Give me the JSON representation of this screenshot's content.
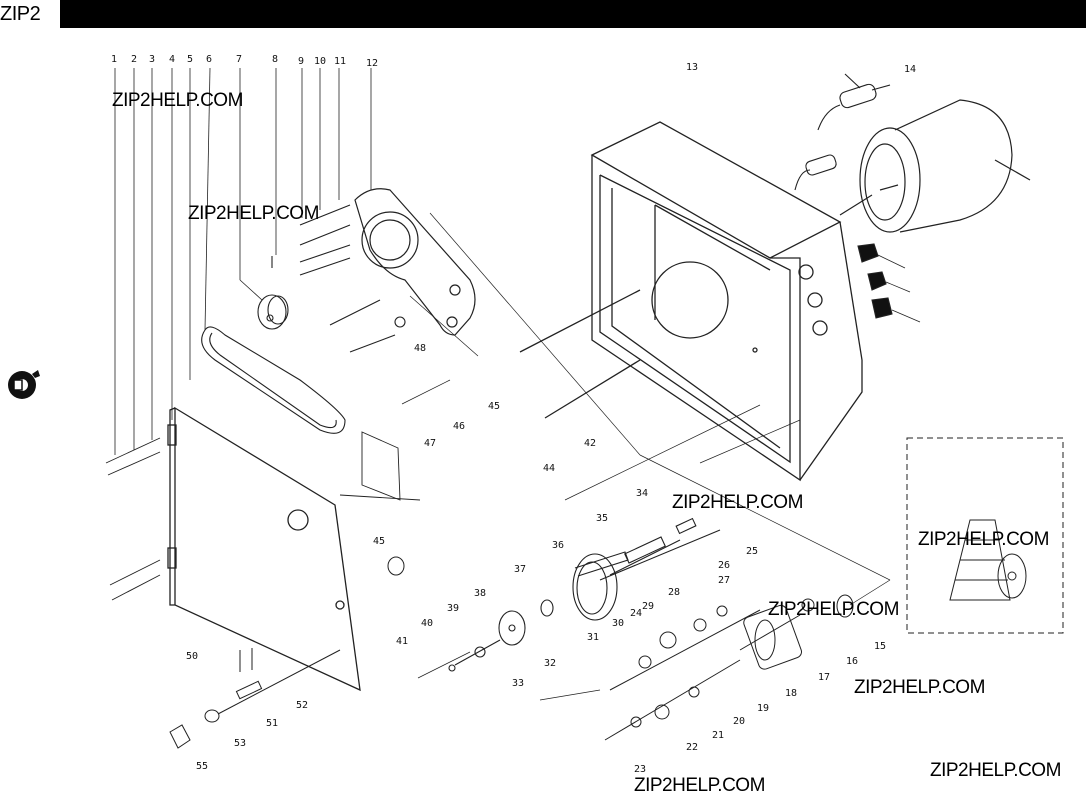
{
  "header": {
    "watermark": "ZIP2"
  },
  "watermarks": [
    "ZIP2HELP.COM",
    "ZIP2HELP.COM",
    "ZIP2HELP.COM",
    "ZIP2HELP.COM",
    "ZIP2HELP.COM",
    "ZIP2HELP.COM",
    "ZIP2HELP.COM",
    "ZIP2HELP.COM"
  ],
  "part_numbers": {
    "top_row": [
      "1",
      "2",
      "3",
      "4",
      "5",
      "6",
      "7",
      "8",
      "9",
      "10",
      "11",
      "12"
    ],
    "motor_housing": "13",
    "motor": "14",
    "labels": [
      "48",
      "45",
      "46",
      "47",
      "42",
      "44",
      "34",
      "35",
      "36",
      "37",
      "38",
      "39",
      "40",
      "41",
      "26",
      "25",
      "27",
      "28",
      "29",
      "24",
      "30",
      "31",
      "32",
      "33",
      "23",
      "22",
      "21",
      "20",
      "19",
      "18",
      "17",
      "16",
      "15",
      "45",
      "50",
      "51",
      "52",
      "53",
      "55"
    ]
  },
  "inset": {
    "shows": "cone-pulley-detail"
  }
}
